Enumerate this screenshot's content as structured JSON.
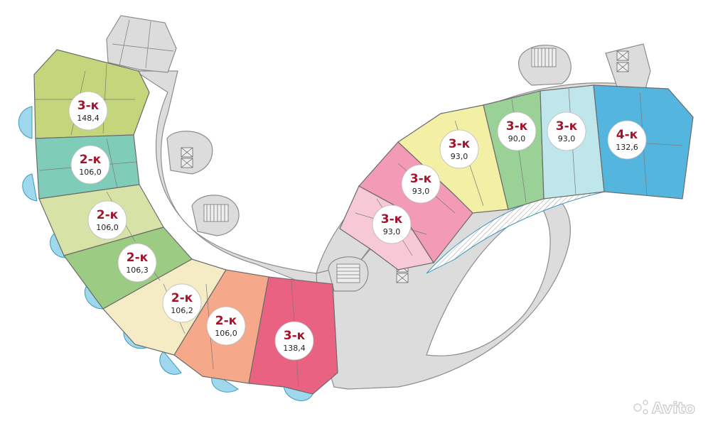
{
  "watermark": "Avito",
  "colors": {
    "core": "#dcdcdc",
    "core_stroke": "#8d8d8d",
    "balcony": "#9fd8ec",
    "label_text": "#a3132b"
  },
  "apartments": [
    {
      "id": "a1",
      "type": "3-к",
      "area": "148,4",
      "fill": "#c4d67c"
    },
    {
      "id": "a2",
      "type": "2-к",
      "area": "106,0",
      "fill": "#7fcdb9"
    },
    {
      "id": "a3",
      "type": "2-к",
      "area": "106,0",
      "fill": "#d7e3a6"
    },
    {
      "id": "a4",
      "type": "2-к",
      "area": "106,3",
      "fill": "#9ccb84"
    },
    {
      "id": "a5",
      "type": "2-к",
      "area": "106,2",
      "fill": "#f5ecc5"
    },
    {
      "id": "a6",
      "type": "2-к",
      "area": "106,0",
      "fill": "#f5a98a"
    },
    {
      "id": "a7",
      "type": "3-к",
      "area": "138,4",
      "fill": "#ea6281"
    },
    {
      "id": "a8",
      "type": "3-к",
      "area": "93,0",
      "fill": "#f7c9d7"
    },
    {
      "id": "a9",
      "type": "3-к",
      "area": "93,0",
      "fill": "#f39bb6"
    },
    {
      "id": "a10",
      "type": "3-к",
      "area": "93,0",
      "fill": "#f3f0a6"
    },
    {
      "id": "a11",
      "type": "3-к",
      "area": "90,0",
      "fill": "#9ad196"
    },
    {
      "id": "a12",
      "type": "3-к",
      "area": "93,0",
      "fill": "#bfe6ea"
    },
    {
      "id": "a13",
      "type": "4-к",
      "area": "132,6",
      "fill": "#54b6df"
    }
  ]
}
